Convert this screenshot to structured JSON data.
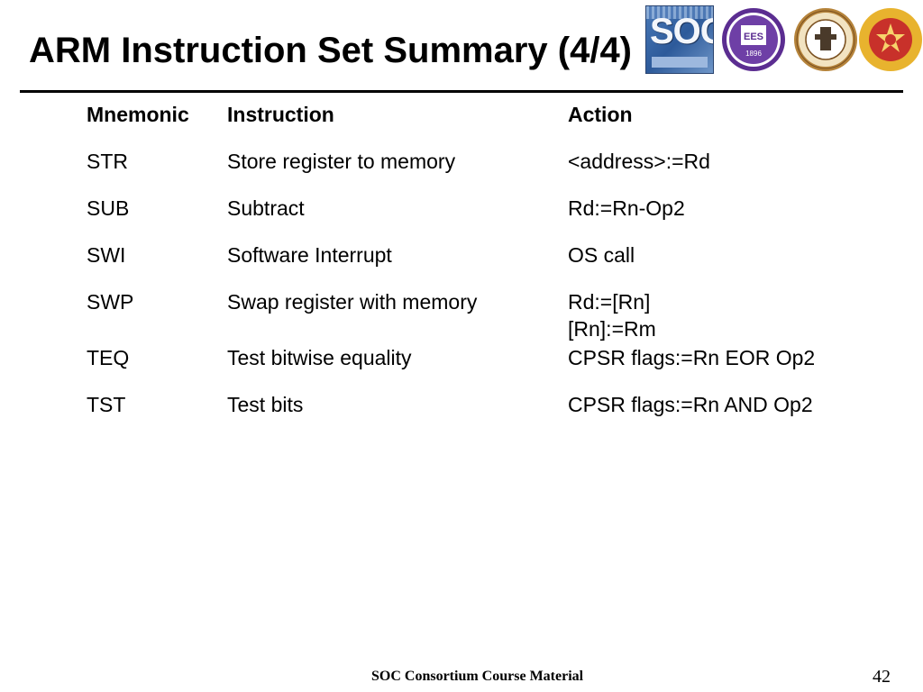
{
  "slide": {
    "title": "ARM Instruction Set Summary (4/4)",
    "footer": "SOC Consortium Course Material",
    "page_number": "42"
  },
  "logos": {
    "soc_text": "SOC",
    "ees_year": "1896",
    "ees_text": "EES"
  },
  "table": {
    "headers": [
      "Mnemonic",
      "Instruction",
      "Action"
    ],
    "rows": [
      {
        "mnemonic": "STR",
        "instruction": "Store register to memory",
        "action": [
          "<address>:=Rd"
        ]
      },
      {
        "mnemonic": "SUB",
        "instruction": "Subtract",
        "action": [
          "Rd:=Rn-Op2"
        ]
      },
      {
        "mnemonic": "SWI",
        "instruction": "Software Interrupt",
        "action": [
          "OS call"
        ]
      },
      {
        "mnemonic": "SWP",
        "instruction": "Swap register with memory",
        "action": [
          "Rd:=[Rn]",
          "[Rn]:=Rm"
        ]
      },
      {
        "mnemonic": "TEQ",
        "instruction": "Test bitwise equality",
        "action": [
          "CPSR flags:=Rn EOR Op2"
        ]
      },
      {
        "mnemonic": "TST",
        "instruction": "Test bits",
        "action": [
          "CPSR flags:=Rn AND Op2"
        ]
      }
    ]
  },
  "colors": {
    "text": "#000000",
    "background": "#ffffff",
    "logo_blue": "#3d69a8",
    "logo_purple": "#5b2d91",
    "logo_red": "#c8312a",
    "logo_gold": "#e8b32e"
  }
}
